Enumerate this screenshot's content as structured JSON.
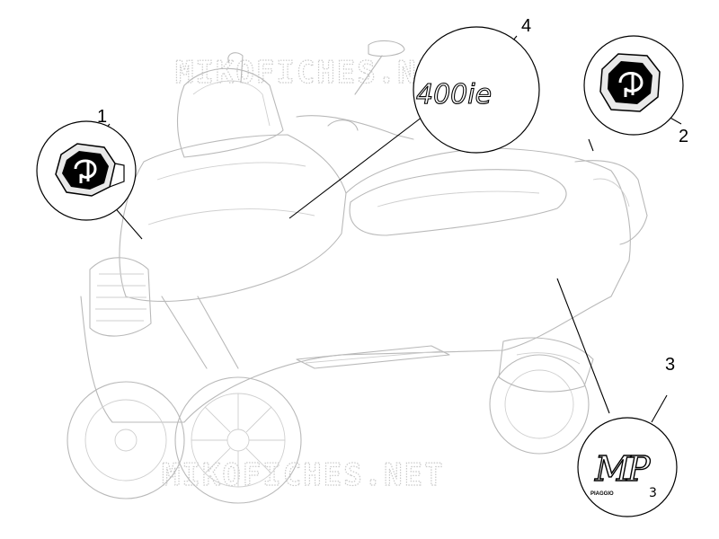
{
  "watermarks": [
    "MIKOFICHES.NET",
    "MIKOFICHES.NET"
  ],
  "callouts": [
    {
      "number": "1",
      "part": "piaggio-emblem-front"
    },
    {
      "number": "2",
      "part": "piaggio-emblem-rear"
    },
    {
      "number": "3",
      "part": "mp3-logo-decal"
    },
    {
      "number": "4",
      "part": "400ie-decal"
    }
  ],
  "decals": {
    "model_text": "400ie",
    "brand_small": "PIAGGIO",
    "mp3_text": "MP",
    "mp3_superscript": "3"
  },
  "colors": {
    "line": "#000000",
    "drawing": "#b9b9b9",
    "watermark": "#c9c9c9",
    "background": "#ffffff"
  }
}
